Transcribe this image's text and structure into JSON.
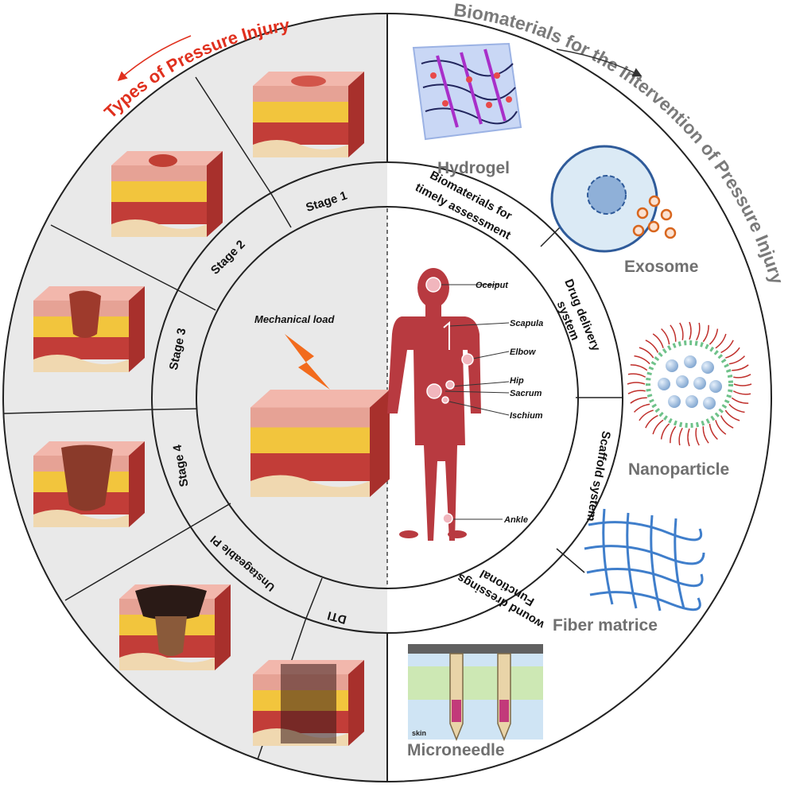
{
  "headers": {
    "left_title": "Types of Pressure Injury",
    "right_title": "Biomaterials for the Intervention of Pressure Injury"
  },
  "stages": {
    "stage1": "Stage 1",
    "stage2": "Stage 2",
    "stage3": "Stage 3",
    "stage4": "Stage 4",
    "unstageable": "Unstageable PI",
    "dti": "DTI"
  },
  "center": {
    "mechanical_load": "Mechanical  load"
  },
  "applications": {
    "assessment_line1": "Biomaterials for",
    "assessment_line2": "timely assessment",
    "drug_line1": "Drug delivery",
    "drug_line2": "system",
    "scaffold": "Scaffold system",
    "dressing_line1": "Functional",
    "dressing_line2": "wound dressings"
  },
  "body_sites": {
    "occiput": "Oceiput",
    "scapula": "Scapula",
    "elbow": "Elbow",
    "hip": "Hip",
    "sacrum": "Sacrum",
    "ischium": "Ischium",
    "ankle": "Ankle"
  },
  "biomaterials": {
    "hydrogel": "Hydrogel",
    "exosome": "Exosome",
    "nanoparticle": "Nanoparticle",
    "fiber": "Fiber matrice",
    "microneedle": "Microneedle",
    "skin_tag": "skin"
  },
  "colors": {
    "left_title": "#e0301e",
    "right_title": "#7a7a7a",
    "left_bg": "#e9e9e9",
    "body": "#b83a40",
    "skin_top": "#e8a39a",
    "fat": "#f2c53d",
    "muscle": "#c0403a",
    "bone": "#f0d8b0"
  }
}
